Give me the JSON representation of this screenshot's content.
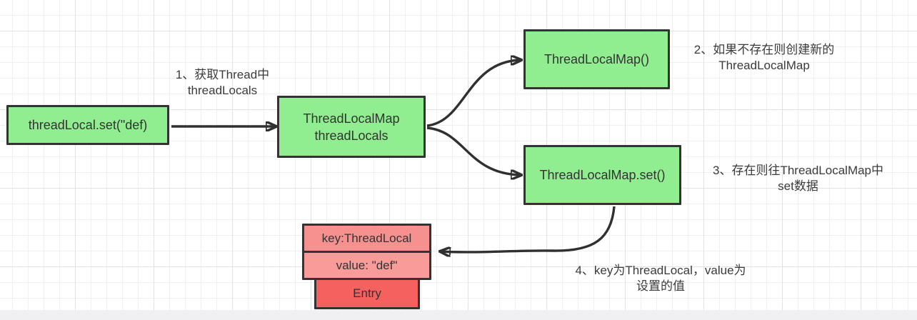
{
  "diagram": {
    "nodes": {
      "set_call": {
        "label": "threadLocal.set(\"def)"
      },
      "thread_locals_field": {
        "line1": "ThreadLocalMap",
        "line2": "threadLocals"
      },
      "map_constructor": {
        "label": "ThreadLocalMap()"
      },
      "map_set": {
        "label": "ThreadLocalMap.set()"
      },
      "entry_key": {
        "label": "key:ThreadLocal"
      },
      "entry_value": {
        "label": "value: \"def\""
      },
      "entry": {
        "label": "Entry"
      }
    },
    "annotations": {
      "step1": {
        "line1": "1、获取Thread中",
        "line2": "threadLocals"
      },
      "step2": {
        "line1": "2、如果不存在则创建新的",
        "line2": "ThreadLocalMap"
      },
      "step3": {
        "line1": "3、存在则往ThreadLocalMap中",
        "line2": "set数据"
      },
      "step4": {
        "line1": "4、key为ThreadLocal，value为",
        "line2": "设置的值"
      }
    },
    "colors": {
      "node_green": "#90ee90",
      "node_pink_key": "#f7918f",
      "node_pink_value": "#f89b99",
      "node_red_entry": "#f4615e",
      "node_border": "#333333",
      "arrow": "#303030",
      "grid_minor": "#f0f0f2",
      "grid_major": "#e2e2e6"
    }
  }
}
